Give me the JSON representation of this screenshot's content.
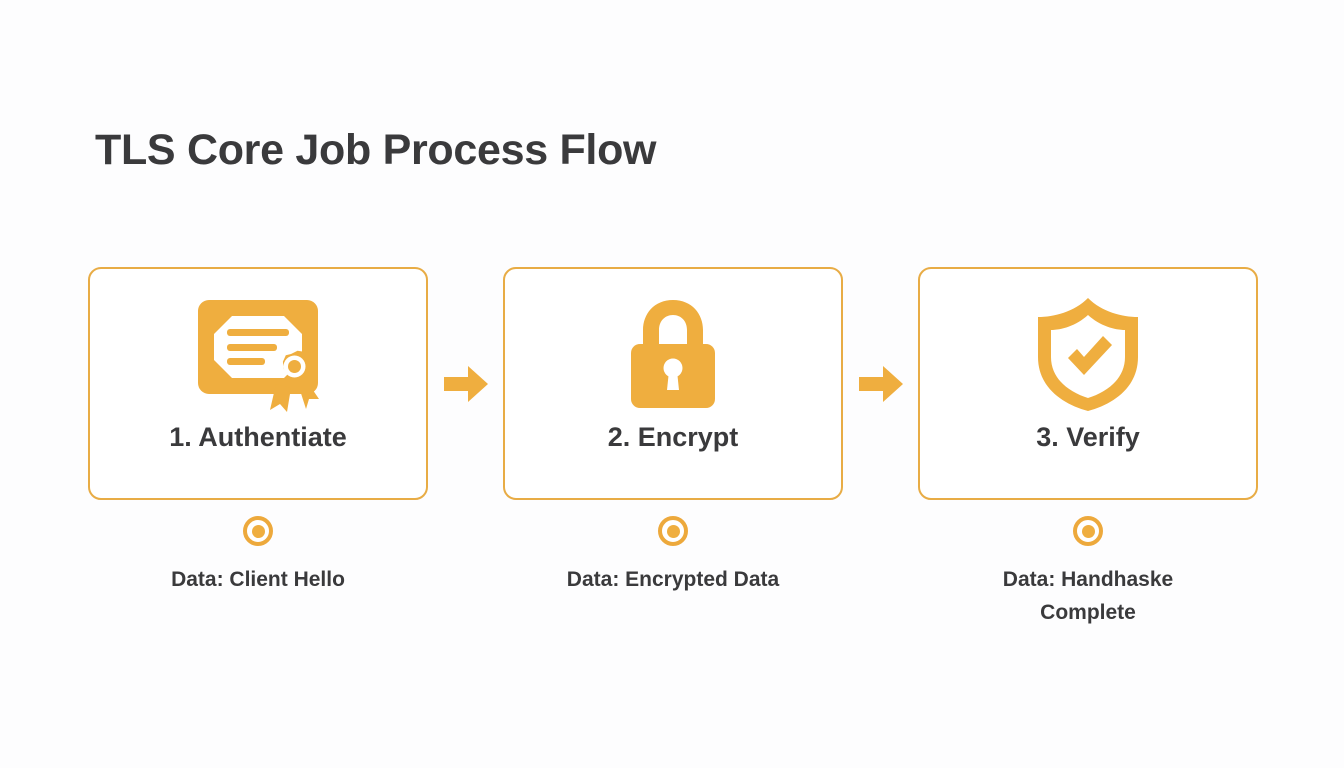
{
  "page": {
    "title": "TLS Core Job Process Flow",
    "accent_color": "#efae3f",
    "border_color": "#e8ac45",
    "text_color": "#3a3a3c",
    "background_color": "#fdfdfe"
  },
  "flow": {
    "steps": [
      {
        "label": "1. Authentiate",
        "icon": "certificate-icon",
        "marker": "ring-marker",
        "caption": "Data: Client Hello"
      },
      {
        "label": "2. Encrypt",
        "icon": "padlock-icon",
        "marker": "ring-marker",
        "caption": "Data: Encrypted Data"
      },
      {
        "label": "3. Verify",
        "icon": "shield-check-icon",
        "marker": "ring-marker",
        "caption": "Data: Handhaske Complete"
      }
    ],
    "connectors": [
      {
        "icon": "arrow-right-icon"
      },
      {
        "icon": "arrow-right-icon"
      }
    ]
  }
}
